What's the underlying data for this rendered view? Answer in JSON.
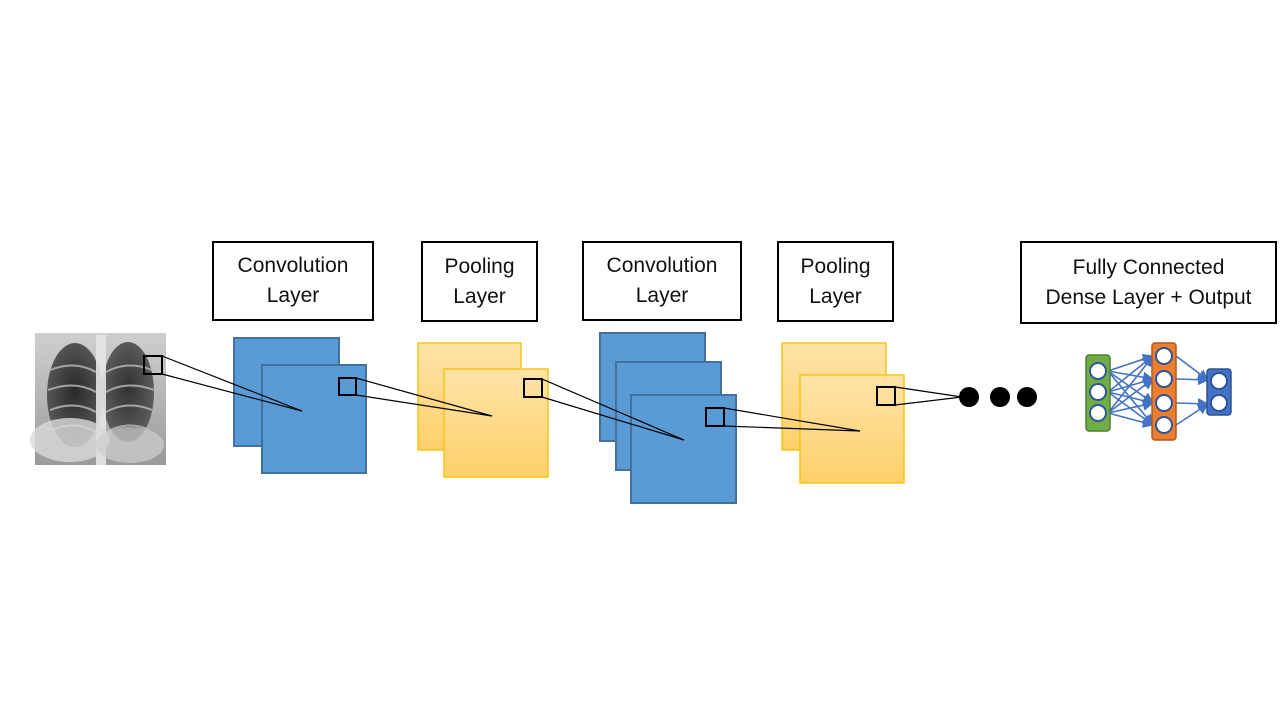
{
  "labels": {
    "conv1": [
      "Convolution",
      "Layer"
    ],
    "pool1": [
      "Pooling",
      "Layer"
    ],
    "conv2": [
      "Convolution",
      "Layer"
    ],
    "pool2": [
      "Pooling",
      "Layer"
    ],
    "fc": [
      "Fully Connected",
      "Dense Layer + Output"
    ]
  },
  "colors": {
    "conv_fill": "#5b9bd5",
    "conv_stroke": "#41719c",
    "pool_fill_top": "#fee3a8",
    "pool_fill_bottom": "#fdd06a",
    "pool_stroke": "#f5c518",
    "fc_input": "#70ad47",
    "fc_hidden": "#ed7d31",
    "fc_output": "#4472c4",
    "fc_edges": "#4472c4"
  },
  "icons": {
    "input_image": "chest-xray-image",
    "ellipsis": "three-dots-icon",
    "network": "neural-network-icon"
  }
}
